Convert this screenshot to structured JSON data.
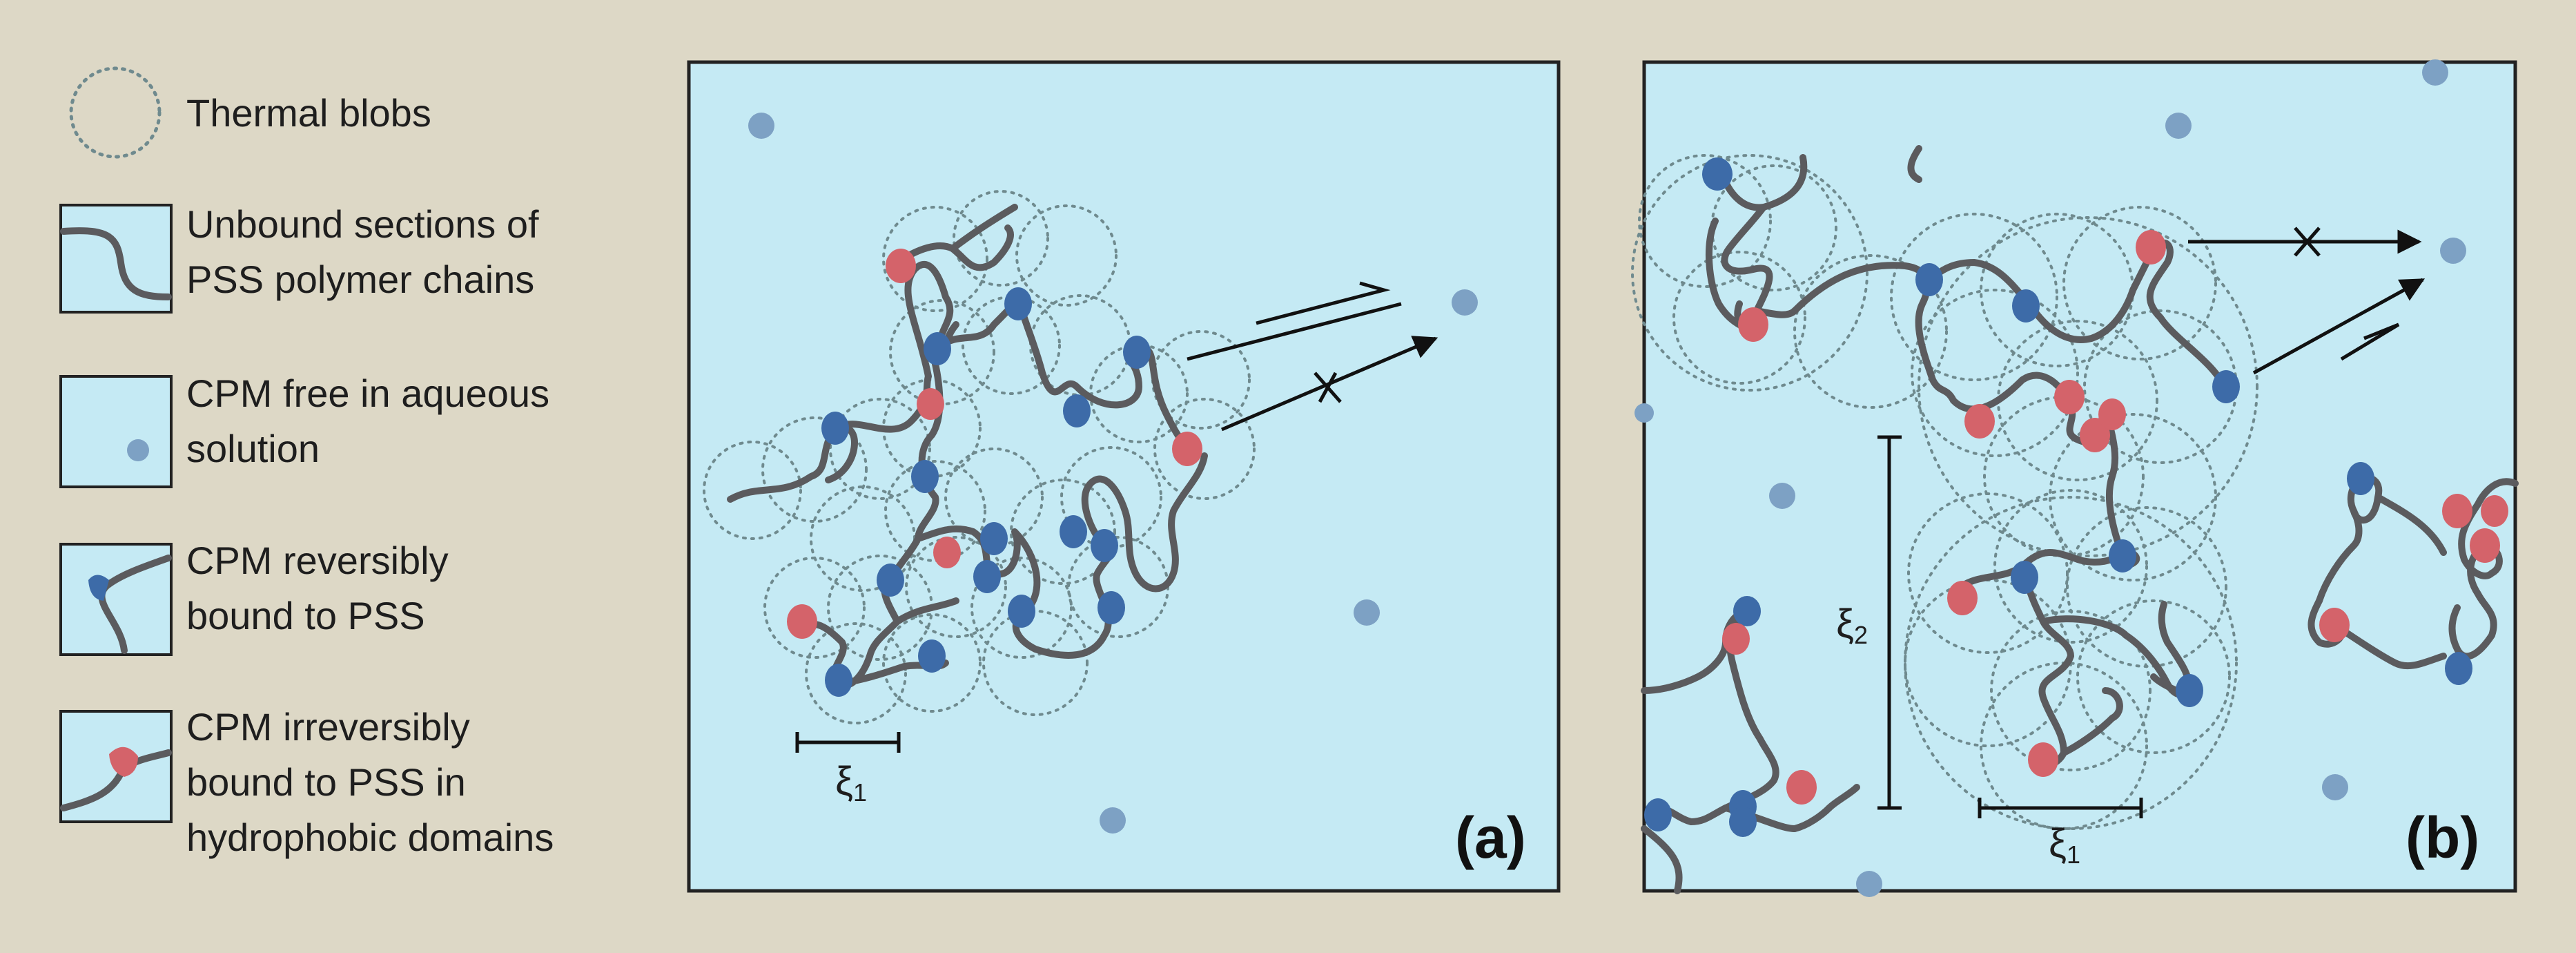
{
  "legend": {
    "blobs": "Thermal blobs",
    "unbound_1": "Unbound sections of",
    "unbound_2": "PSS polymer chains",
    "free_1": "CPM free in aqueous",
    "free_2": "solution",
    "reversible_1": "CPM reversibly",
    "reversible_2": "bound to PSS",
    "irreversible_1": "CPM irreversibly",
    "irreversible_2": "bound to PSS in",
    "irreversible_3": "hydrophobic domains"
  },
  "panel_a": {
    "tag": "(a)",
    "xi_symbol": "ξ",
    "xi_index": "1"
  },
  "panel_b": {
    "tag": "(b)",
    "xi1_symbol": "ξ",
    "xi1_index": "1",
    "xi2_symbol": "ξ",
    "xi2_index": "2"
  },
  "colors": {
    "background": "#ddd8c6",
    "water": "#c5eaf4",
    "chain": "#5b5b5e",
    "free_cpm": "#7da1c4",
    "reversible_cpm": "#3d6ba8",
    "irreversible_cpm": "#d4636a",
    "blob_outline": "#6f8a8e"
  }
}
